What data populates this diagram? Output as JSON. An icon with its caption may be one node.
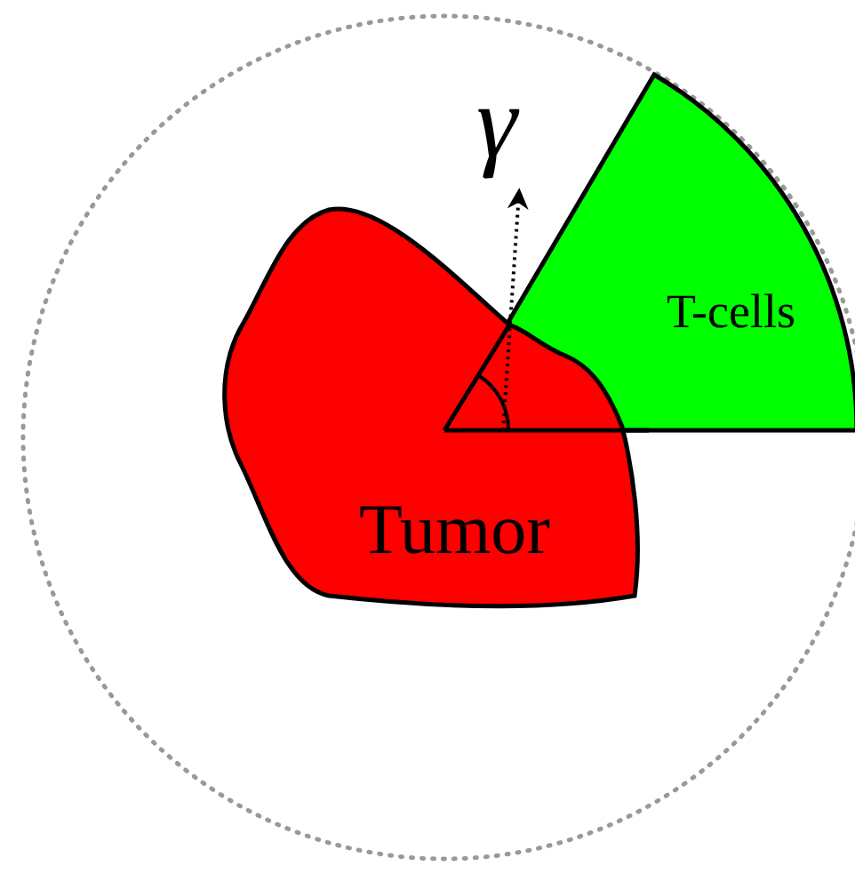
{
  "diagram": {
    "nodes": [
      {
        "text": [
          "T-cells"
        ]
      },
      {
        "text": [
          "Tumor"
        ]
      }
    ],
    "edges": [],
    "labels": [
      "γ"
    ]
  }
}
